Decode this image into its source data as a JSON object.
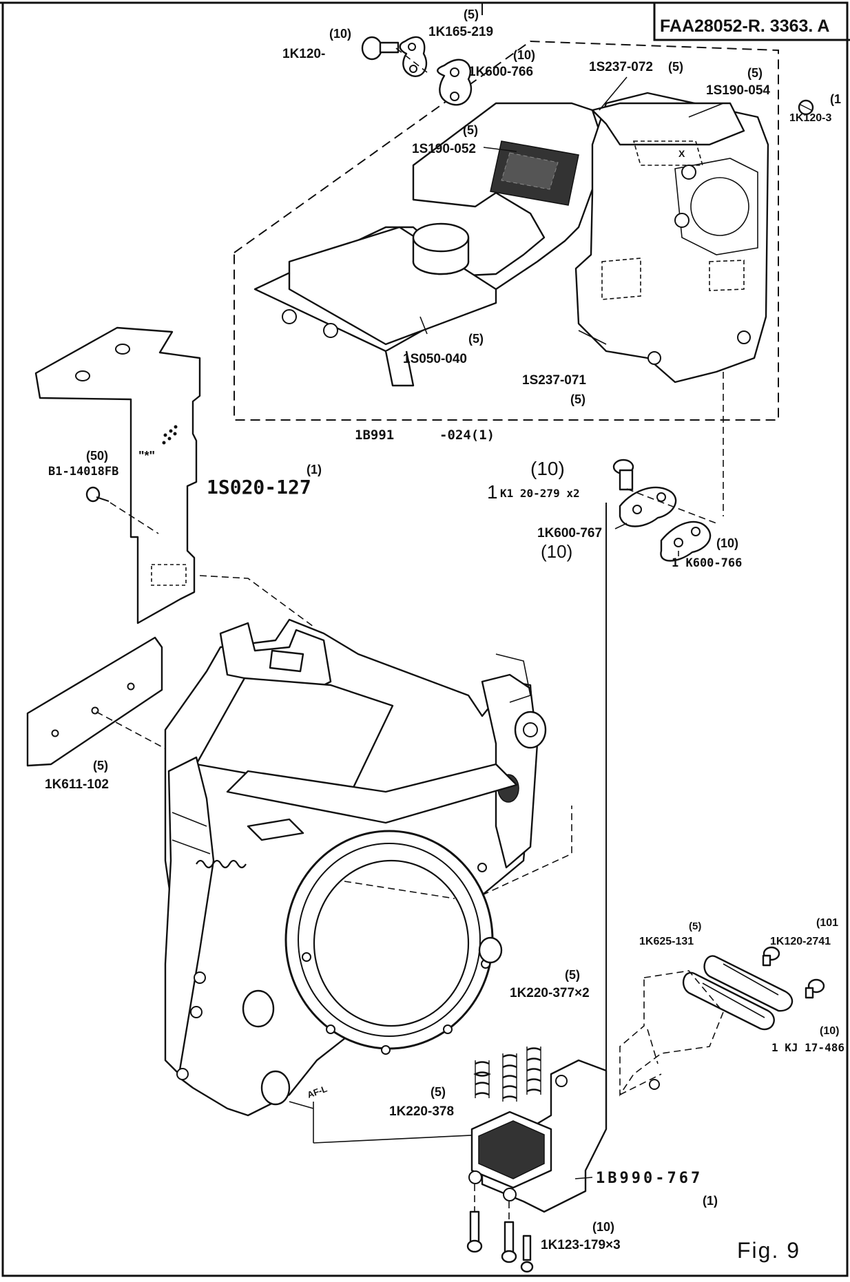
{
  "header": {
    "drawing_code": "FAA28052-R. 3363. A"
  },
  "figure_label": "Fig.  9",
  "parts": {
    "screw_1k120_top": {
      "number": "1K120-",
      "qty": "(10)"
    },
    "cam_plate_219": {
      "number": "1K165-219",
      "qty": "(5)"
    },
    "washer_766_top": {
      "number": "1K600-766",
      "qty": "(10)"
    },
    "flex_072": {
      "number": "1S237-072",
      "qty": "(5)"
    },
    "ic_054": {
      "number": "1S190-054",
      "qty": "(5)"
    },
    "screw_right_top": {
      "number": "1K120-3",
      "qty": "(1"
    },
    "ic_052": {
      "number": "1S190-052",
      "qty": "(5)"
    },
    "motor_040": {
      "number": "1S050-040",
      "qty": "(5)"
    },
    "flex_071": {
      "number": "1S237-071",
      "qty": "(5)"
    },
    "assembly_024": {
      "number": "1B991",
      "suffix": "-024(1)"
    },
    "screw_b1": {
      "number": "B1-14018FB",
      "qty": "(50)"
    },
    "flex_side": {
      "number": "1S020-127",
      "qty": "(1)",
      "mark": "\"*\""
    },
    "screw_1k120_279": {
      "number": "K1 20-279 x2",
      "prefix": "1",
      "qty": "(10)"
    },
    "washer_767": {
      "number": "1K600-767",
      "qty": "(10)"
    },
    "washer_766_mid": {
      "number": "1 K600-766",
      "qty": "(10)"
    },
    "plate_102": {
      "number": "1K611-102",
      "qty": "(5)"
    },
    "link_131": {
      "number": "1K625-131",
      "qty": "(5)"
    },
    "screw_2741": {
      "number": "1K120-2741",
      "qty": "(101"
    },
    "spring_377": {
      "number": "1K220-377×2",
      "qty": "(5)"
    },
    "link_486": {
      "number": "1 KJ 17-486",
      "qty": "(10)"
    },
    "spring_378": {
      "number": "1K220-378",
      "qty": "(5)"
    },
    "block_767": {
      "number": "1B990-767",
      "qty": "(1)"
    },
    "screw_179": {
      "number": "1K123-179×3",
      "qty": "(10)"
    }
  },
  "body_marks": {
    "af_l": "AF-L",
    "x_mark": "X"
  }
}
